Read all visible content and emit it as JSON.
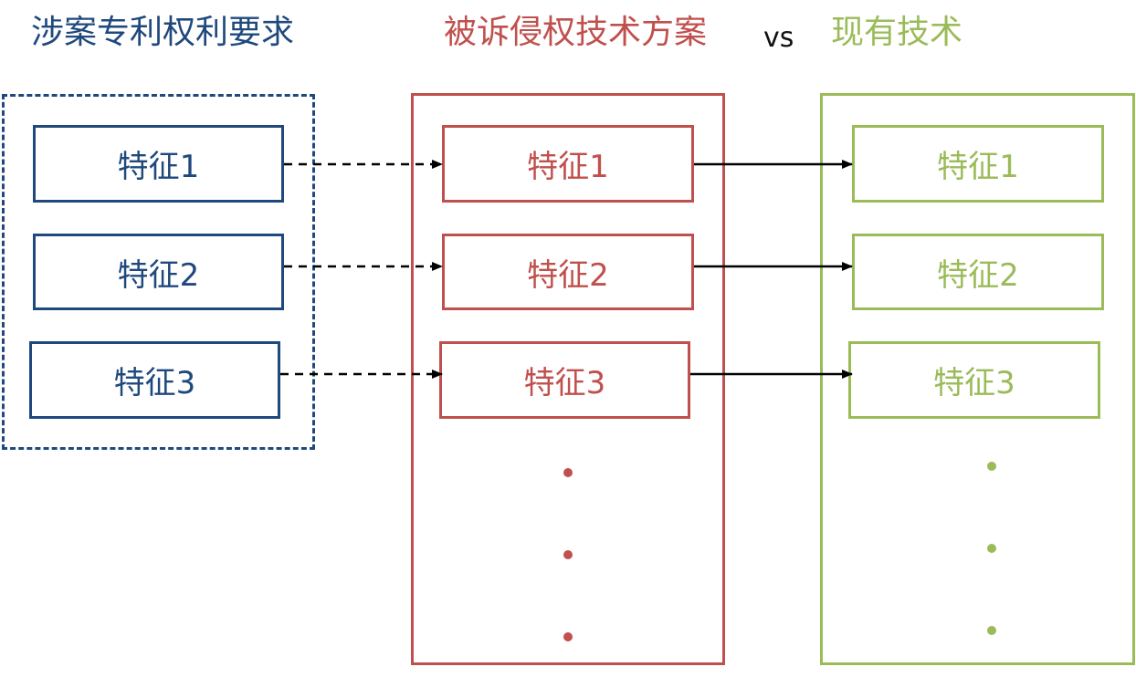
{
  "titles": {
    "claims": "涉案专利权利要求",
    "accused": "被诉侵权技术方案",
    "vs": "vs",
    "prior_art": "现有技术"
  },
  "claims_features": [
    "特征1",
    "特征2",
    "特征3"
  ],
  "accused_features": [
    "特征1",
    "特征2",
    "特征3"
  ],
  "prior_art_features": [
    "特征1",
    "特征2",
    "特征3"
  ],
  "colors": {
    "claims": "#1f497d",
    "accused": "#c0504d",
    "prior_art": "#9bbb59",
    "arrow": "#000000"
  },
  "connectors": {
    "claims_to_accused": "dashed-arrow",
    "accused_to_prior_art": "solid-arrow"
  },
  "continuation_dots_per_column": 3
}
